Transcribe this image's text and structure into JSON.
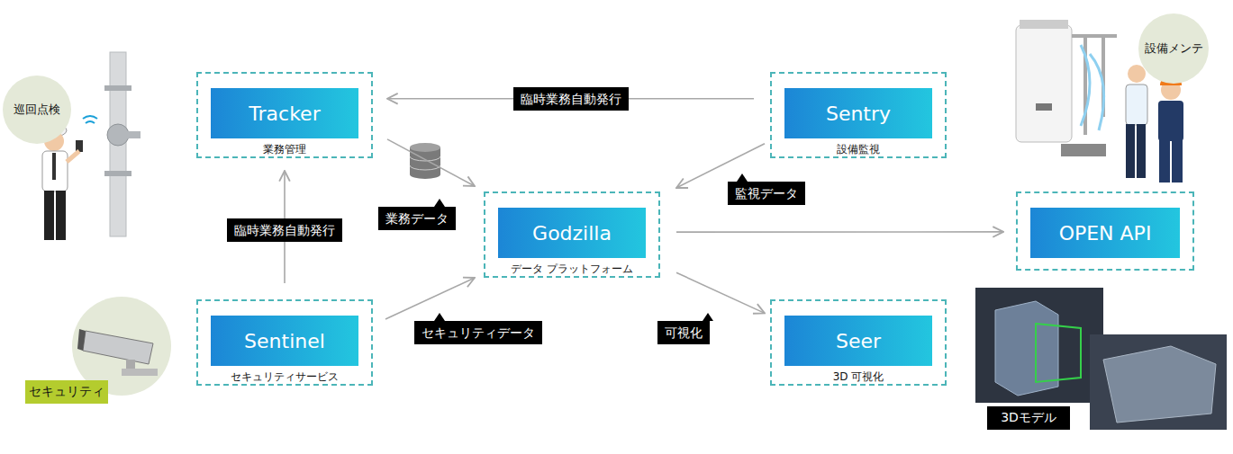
{
  "diagram": {
    "nodes": [
      {
        "text": [
          "巡回点検"
        ]
      },
      {
        "text": [
          "Tracker",
          "業務管理"
        ]
      },
      {
        "text": [
          "Sentry",
          "設備監視"
        ]
      },
      {
        "text": [
          "設備メンテ"
        ]
      },
      {
        "text": [
          "Godzilla",
          "データ プラットフォーム"
        ]
      },
      {
        "text": [
          "OPEN API"
        ]
      },
      {
        "text": [
          "Sentinel",
          "セキュリティサービス"
        ]
      },
      {
        "text": [
          "セキュリティ"
        ]
      },
      {
        "text": [
          "Seer",
          "3D 可視化"
        ]
      },
      {
        "text": [
          "3Dモデル"
        ]
      }
    ],
    "edges": [
      {
        "from": 2,
        "to": 1,
        "arrow": "to",
        "label": "臨時業務自動発行"
      },
      {
        "from": 6,
        "to": 1,
        "arrow": "to",
        "label": "臨時業務自動発行"
      },
      {
        "from": 1,
        "to": 4,
        "arrow": "to",
        "label": "業務データ"
      },
      {
        "from": 2,
        "to": 4,
        "arrow": "to",
        "label": "監視データ"
      },
      {
        "from": 6,
        "to": 4,
        "arrow": "to",
        "label": "セキュリティデータ"
      },
      {
        "from": 4,
        "to": 5,
        "arrow": "to"
      },
      {
        "from": 4,
        "to": 8,
        "arrow": "to",
        "label": "可視化"
      }
    ]
  }
}
